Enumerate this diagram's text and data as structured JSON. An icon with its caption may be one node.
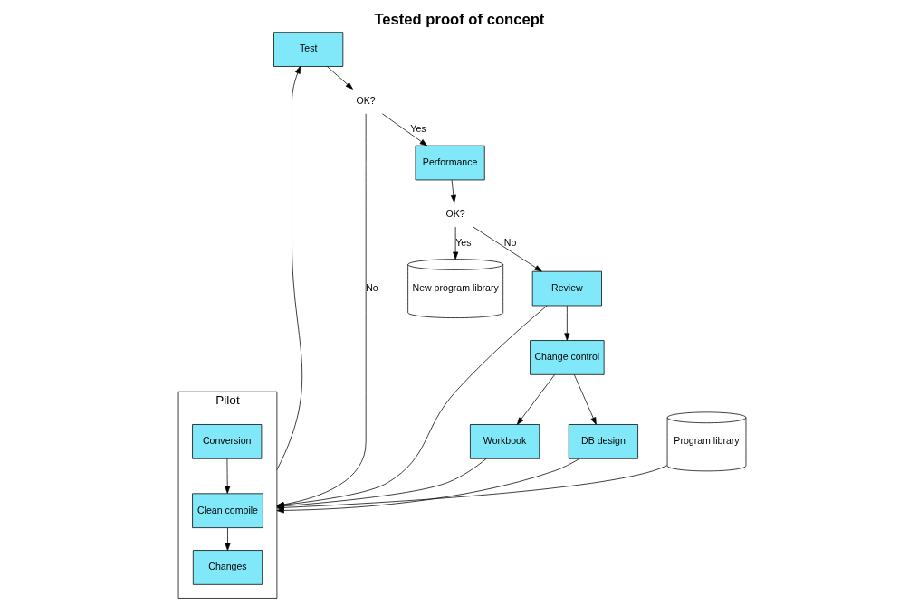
{
  "diagram": {
    "title": "Tested proof of concept",
    "nodes": [
      {
        "text": [
          "Pilot"
        ]
      },
      {
        "text": [
          "Conversion"
        ],
        "in": 0
      },
      {
        "text": [
          "Clean compile"
        ],
        "in": 0
      },
      {
        "text": [
          "Changes"
        ],
        "in": 0
      },
      {
        "text": [
          "Program library"
        ]
      },
      {
        "text": [
          "Workbook"
        ]
      },
      {
        "text": [
          "Test"
        ]
      },
      {
        "text": [
          "OK?"
        ]
      },
      {
        "text": [
          "Performance"
        ]
      },
      {
        "text": [
          "OK?"
        ]
      },
      {
        "text": [
          "New program library"
        ]
      },
      {
        "text": [
          "Review"
        ]
      },
      {
        "text": [
          "Change control"
        ]
      },
      {
        "text": [
          "DB design"
        ]
      }
    ],
    "edges": [
      {
        "from": 4,
        "to": 0,
        "arrow": "to"
      },
      {
        "from": 1,
        "to": 2,
        "arrow": "to"
      },
      {
        "from": 2,
        "to": 3,
        "arrow": "to"
      },
      {
        "from": 5,
        "to": 0,
        "arrow": "to"
      },
      {
        "from": 0,
        "to": 6,
        "arrow": "to"
      },
      {
        "from": 6,
        "to": 7,
        "arrow": "to"
      },
      {
        "from": 7,
        "to": 0,
        "label": "No",
        "arrow": "to"
      },
      {
        "from": 7,
        "to": 8,
        "label": "Yes",
        "arrow": "to"
      },
      {
        "from": 8,
        "to": 9,
        "arrow": "to"
      },
      {
        "from": 9,
        "to": 10,
        "label": "Yes",
        "arrow": "to"
      },
      {
        "from": 9,
        "to": 11,
        "label": "No",
        "arrow": "to"
      },
      {
        "from": 11,
        "to": 0,
        "arrow": "to"
      },
      {
        "from": 11,
        "to": 12,
        "arrow": "to"
      },
      {
        "from": 12,
        "to": 13,
        "arrow": "to"
      },
      {
        "from": 13,
        "to": 0,
        "arrow": "to"
      },
      {
        "from": 12,
        "to": 5,
        "arrow": "to"
      }
    ]
  }
}
